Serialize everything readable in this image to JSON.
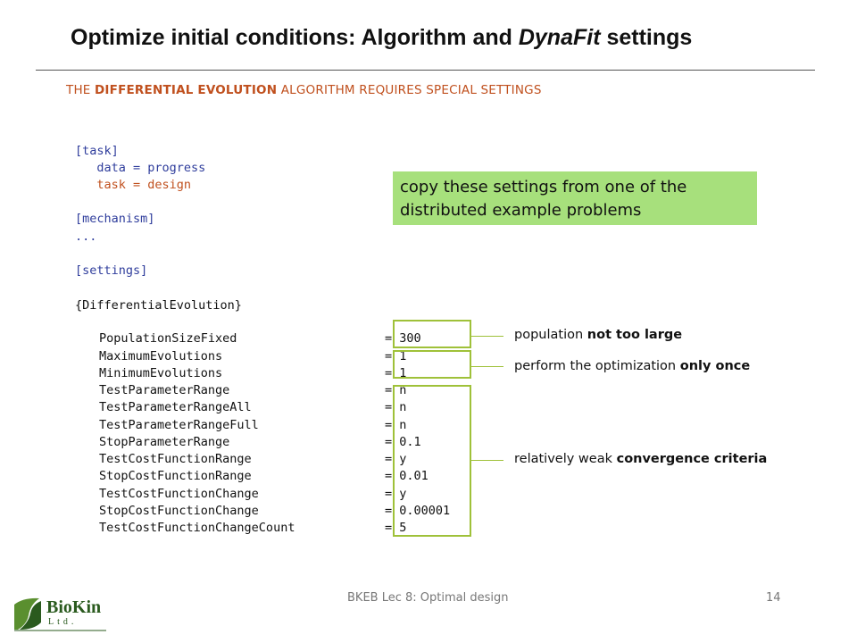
{
  "slide": {
    "title_pre": "Optimize initial conditions: Algorithm and ",
    "title_em": "DynaFit",
    "title_post": " settings",
    "subtitle_pre": "THE ",
    "subtitle_bold": "DIFFERENTIAL EVOLUTION",
    "subtitle_post": " ALGORITHM REQUIRES SPECIAL SETTINGS"
  },
  "code": {
    "task_header": "[task]",
    "data_line": "   data = progress",
    "task_line": "   task = design",
    "mechanism_header": "[mechanism]",
    "ellipsis": "...",
    "settings_header": "[settings]",
    "de_header": "{DifferentialEvolution}",
    "params": [
      {
        "name": "PopulationSizeFixed",
        "value": "= 300"
      },
      {
        "name": "MaximumEvolutions",
        "value": "= 1"
      },
      {
        "name": "MinimumEvolutions",
        "value": "= 1"
      },
      {
        "name": "TestParameterRange",
        "value": "= n"
      },
      {
        "name": "TestParameterRangeAll",
        "value": "= n"
      },
      {
        "name": "TestParameterRangeFull",
        "value": "= n"
      },
      {
        "name": "StopParameterRange",
        "value": "= 0.1"
      },
      {
        "name": "TestCostFunctionRange",
        "value": "= y"
      },
      {
        "name": "StopCostFunctionRange",
        "value": "= 0.01"
      },
      {
        "name": "TestCostFunctionChange",
        "value": "= y"
      },
      {
        "name": "StopCostFunctionChange",
        "value": "= 0.00001"
      },
      {
        "name": "TestCostFunctionChangeCount",
        "value": "= 5"
      }
    ]
  },
  "callout": {
    "line1": "copy these settings from one of the",
    "line2": "distributed example problems"
  },
  "notes": {
    "population_pre": "population ",
    "population_bold": "not too large",
    "once_pre": "perform the optimization ",
    "once_bold": "only once",
    "conv_pre": "relatively weak ",
    "conv_bold": "convergence criteria"
  },
  "footer": {
    "center": "BKEB Lec 8: Optimal design",
    "page": "14"
  },
  "logo": {
    "name": "BioKin",
    "sub": "Ltd."
  },
  "colors": {
    "accent_green": "#9fc139",
    "callout_green": "#a7e07c",
    "orange": "#c0501e",
    "blue": "#2f3d9c"
  }
}
